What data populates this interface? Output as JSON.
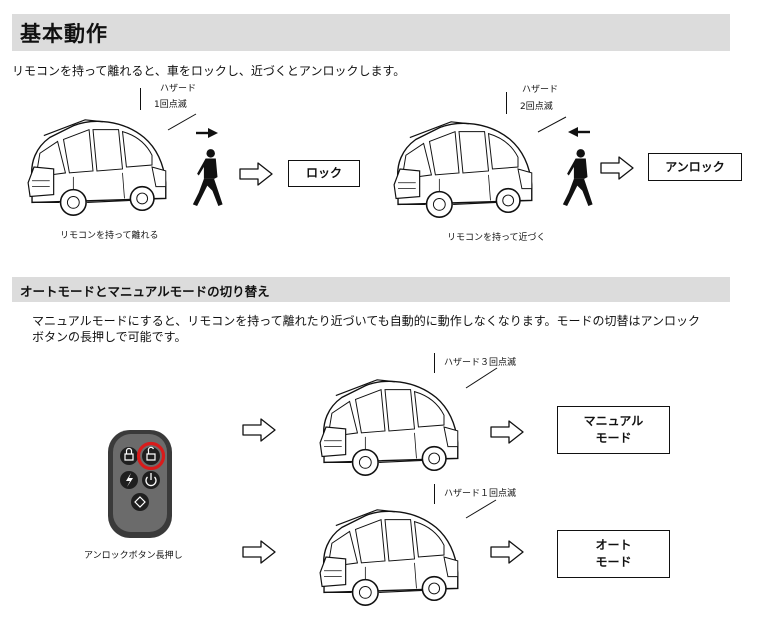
{
  "section1": {
    "title": "基本動作",
    "intro": "リモコンを持って離れると、車をロックし、近づくとアンロックします。",
    "left": {
      "hazard_label": "ハザード",
      "hazard_count": "1回点滅",
      "caption": "リモコンを持って離れる",
      "result": "ロック"
    },
    "right": {
      "hazard_label": "ハザード",
      "hazard_count": "2回点滅",
      "caption": "リモコンを持って近づく",
      "result": "アンロック"
    }
  },
  "section2": {
    "title": "オートモードとマニュアルモードの切り替え",
    "description_line1": "マニュアルモードにすると、リモコンを持って離れたり近づいても自動的に動作しなくなります。モードの切替はアンロック",
    "description_line2": "ボタンの長押しで可能です。",
    "remote_caption": "アンロックボタン長押し",
    "top": {
      "hazard": "ハザード３回点滅",
      "result_line1": "マニュアル",
      "result_line2": "モード"
    },
    "bottom": {
      "hazard": "ハザード１回点滅",
      "result_line1": "オート",
      "result_line2": "モード"
    }
  },
  "colors": {
    "header_bg": "#dcdcdc",
    "highlight_ring": "#d81b1b",
    "remote_body": "#6b6b6b"
  }
}
